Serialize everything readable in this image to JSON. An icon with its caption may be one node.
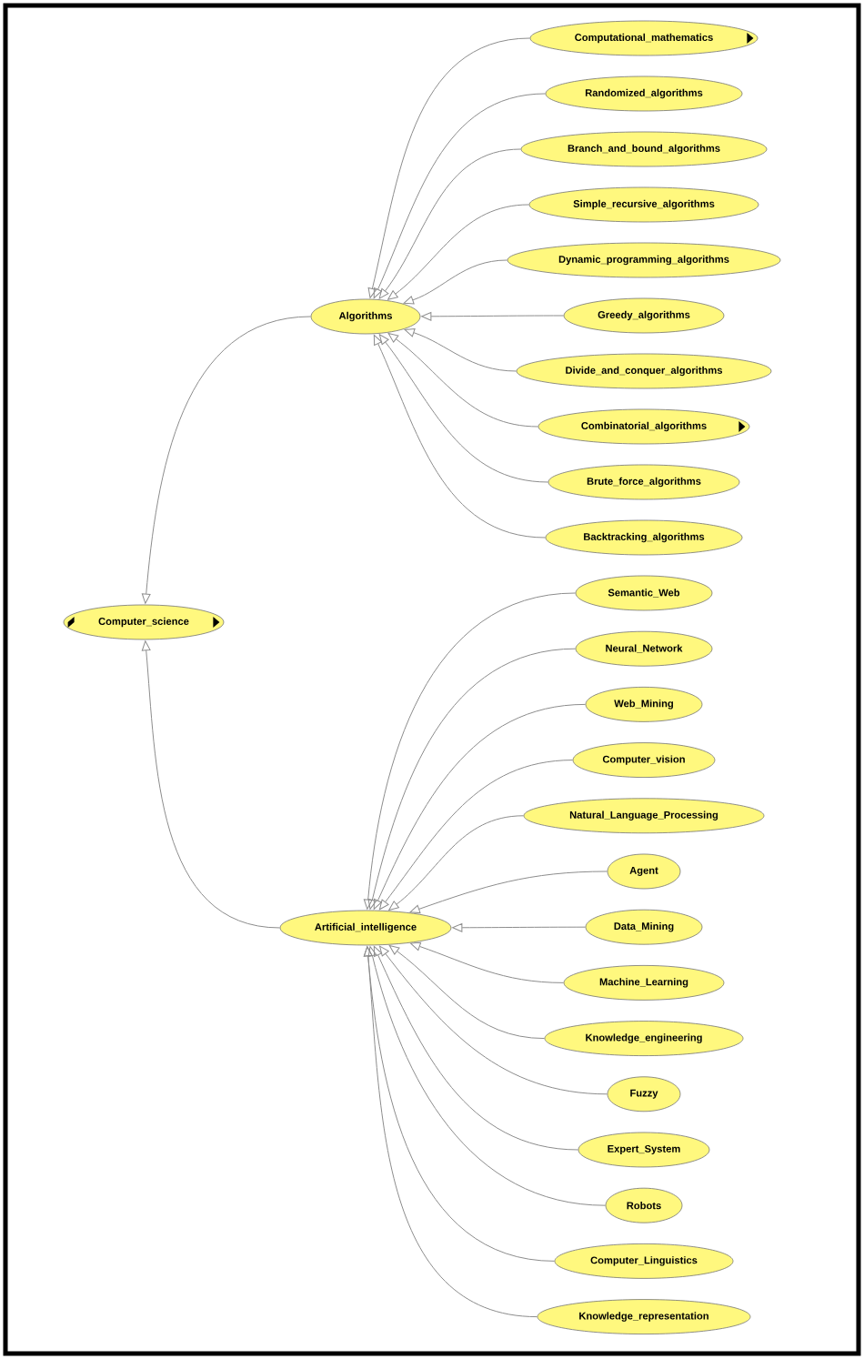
{
  "diagram": {
    "nodes": [
      {
        "text": [
          "Computer_science"
        ]
      },
      {
        "text": [
          "Algorithms"
        ]
      },
      {
        "text": [
          "Computational_mathematics"
        ]
      },
      {
        "text": [
          "Randomized_algorithms"
        ]
      },
      {
        "text": [
          "Branch_and_bound_algorithms"
        ]
      },
      {
        "text": [
          "Simple_recursive_algorithms"
        ]
      },
      {
        "text": [
          "Dynamic_programming_algorithms"
        ]
      },
      {
        "text": [
          "Greedy_algorithms"
        ]
      },
      {
        "text": [
          "Divide_and_conquer_algorithms"
        ]
      },
      {
        "text": [
          "Combinatorial_algorithms"
        ]
      },
      {
        "text": [
          "Brute_force_algorithms"
        ]
      },
      {
        "text": [
          "Backtracking_algorithms"
        ]
      },
      {
        "text": [
          "Artificial_intelligence"
        ]
      },
      {
        "text": [
          "Semantic_Web"
        ]
      },
      {
        "text": [
          "Neural_Network"
        ]
      },
      {
        "text": [
          "Web_Mining"
        ]
      },
      {
        "text": [
          "Computer_vision"
        ]
      },
      {
        "text": [
          "Natural_Language_Processing"
        ]
      },
      {
        "text": [
          "Agent"
        ]
      },
      {
        "text": [
          "Data_Mining"
        ]
      },
      {
        "text": [
          "Machine_Learning"
        ]
      },
      {
        "text": [
          "Knowledge_engineering"
        ]
      },
      {
        "text": [
          "Fuzzy"
        ]
      },
      {
        "text": [
          "Expert_System"
        ]
      },
      {
        "text": [
          "Robots"
        ]
      },
      {
        "text": [
          "Computer_Linguistics"
        ]
      },
      {
        "text": [
          "Knowledge_representation"
        ]
      }
    ],
    "edges": [
      {
        "from": 1,
        "to": 0,
        "arrow": "to"
      },
      {
        "from": 2,
        "to": 1,
        "arrow": "to"
      },
      {
        "from": 3,
        "to": 1,
        "arrow": "to"
      },
      {
        "from": 4,
        "to": 1,
        "arrow": "to"
      },
      {
        "from": 5,
        "to": 1,
        "arrow": "to"
      },
      {
        "from": 6,
        "to": 1,
        "arrow": "to"
      },
      {
        "from": 7,
        "to": 1,
        "arrow": "to"
      },
      {
        "from": 8,
        "to": 1,
        "arrow": "to"
      },
      {
        "from": 9,
        "to": 1,
        "arrow": "to"
      },
      {
        "from": 10,
        "to": 1,
        "arrow": "to"
      },
      {
        "from": 11,
        "to": 1,
        "arrow": "to"
      },
      {
        "from": 12,
        "to": 0,
        "arrow": "to"
      },
      {
        "from": 13,
        "to": 12,
        "arrow": "to"
      },
      {
        "from": 14,
        "to": 12,
        "arrow": "to"
      },
      {
        "from": 15,
        "to": 12,
        "arrow": "to"
      },
      {
        "from": 16,
        "to": 12,
        "arrow": "to"
      },
      {
        "from": 17,
        "to": 12,
        "arrow": "to"
      },
      {
        "from": 18,
        "to": 12,
        "arrow": "to"
      },
      {
        "from": 19,
        "to": 12,
        "arrow": "to"
      },
      {
        "from": 20,
        "to": 12,
        "arrow": "to"
      },
      {
        "from": 21,
        "to": 12,
        "arrow": "to"
      },
      {
        "from": 22,
        "to": 12,
        "arrow": "to"
      },
      {
        "from": 23,
        "to": 12,
        "arrow": "to"
      },
      {
        "from": 24,
        "to": 12,
        "arrow": "to"
      },
      {
        "from": 25,
        "to": 12,
        "arrow": "to"
      },
      {
        "from": 26,
        "to": 12,
        "arrow": "to"
      }
    ]
  }
}
